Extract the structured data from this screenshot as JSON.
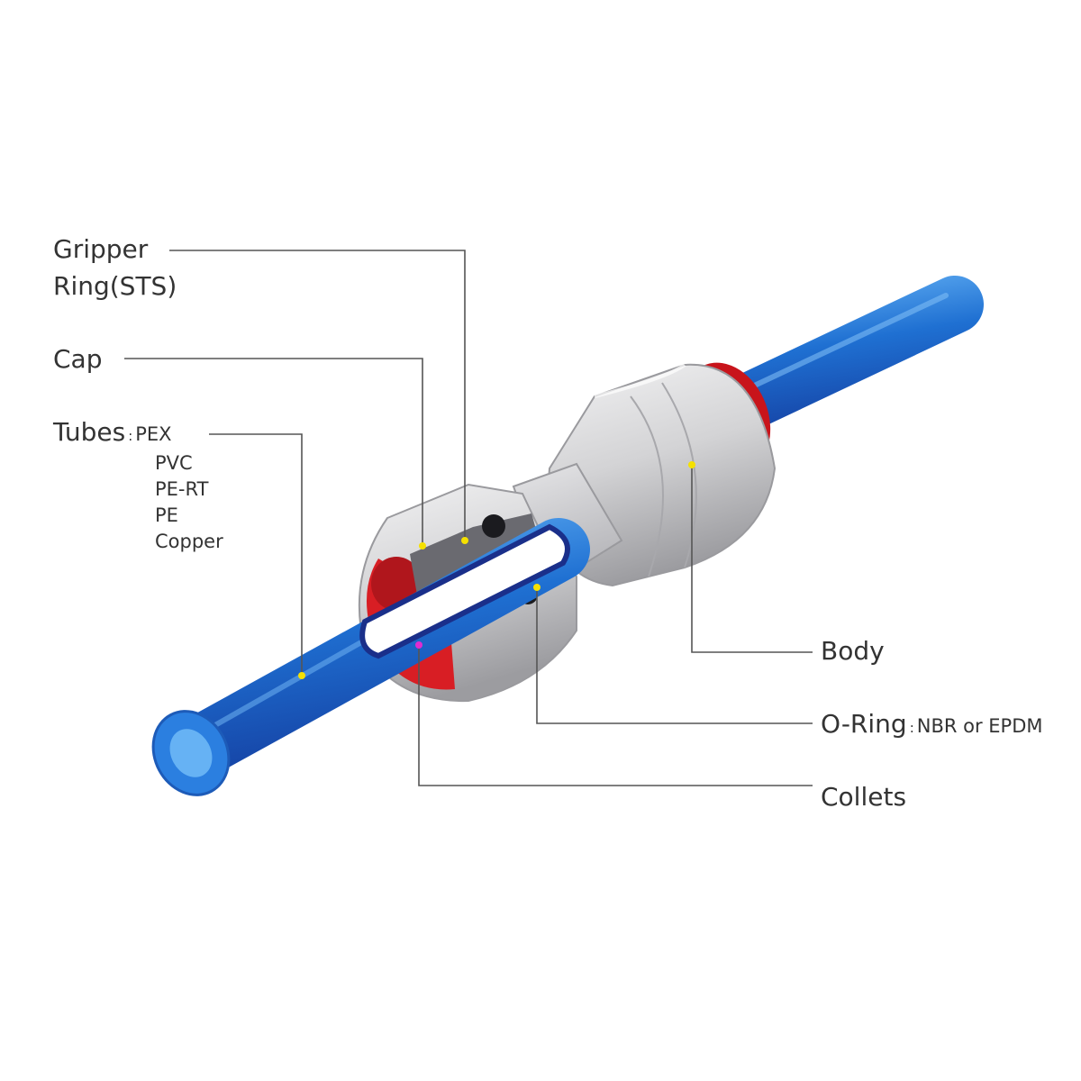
{
  "labels": {
    "gripper_line1": "Gripper",
    "gripper_line2": "Ring(STS)",
    "cap": "Cap",
    "tubes": "Tubes",
    "tubes_sep": ":",
    "tube_types": [
      "PEX",
      "PVC",
      "PE-RT",
      "PE",
      "Copper"
    ],
    "body": "Body",
    "oring": "O-Ring",
    "oring_sep": ":",
    "oring_material": "NBR or EPDM",
    "collets": "Collets"
  },
  "colors": {
    "tube": "#1e6fd0",
    "tube_dark": "#1a3c9a",
    "fitting": "#d5d5d7",
    "collet": "#d81e24",
    "leader_line": "#555555",
    "marker_dot": "#f5e100"
  }
}
